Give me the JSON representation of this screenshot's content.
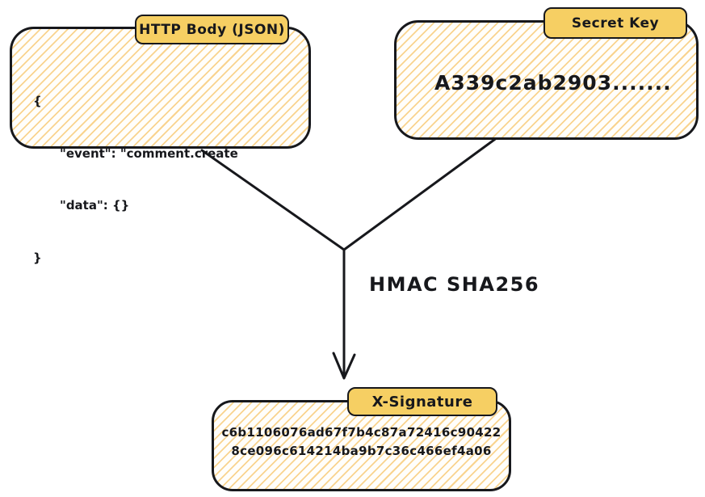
{
  "diagram": {
    "operation_label": "HMAC SHA256"
  },
  "nodes": {
    "http_body": {
      "label": "HTTP Body (JSON)",
      "content_lines": [
        "{",
        "\"event\": \"comment.create",
        "\"data\": {}",
        "}"
      ]
    },
    "secret_key": {
      "label": "Secret Key",
      "content": "A339c2ab2903......."
    },
    "x_signature": {
      "label": "X-Signature",
      "content_lines": [
        "c6b1106076ad67f7b4c87a72416c90422",
        "8ce096c614214ba9b7c36c466ef4a06"
      ]
    }
  },
  "colors": {
    "badge_fill": "#f6cf63",
    "hatch_stroke": "#f5b746",
    "line_color": "#17181c",
    "node_background": "#fffefb"
  }
}
